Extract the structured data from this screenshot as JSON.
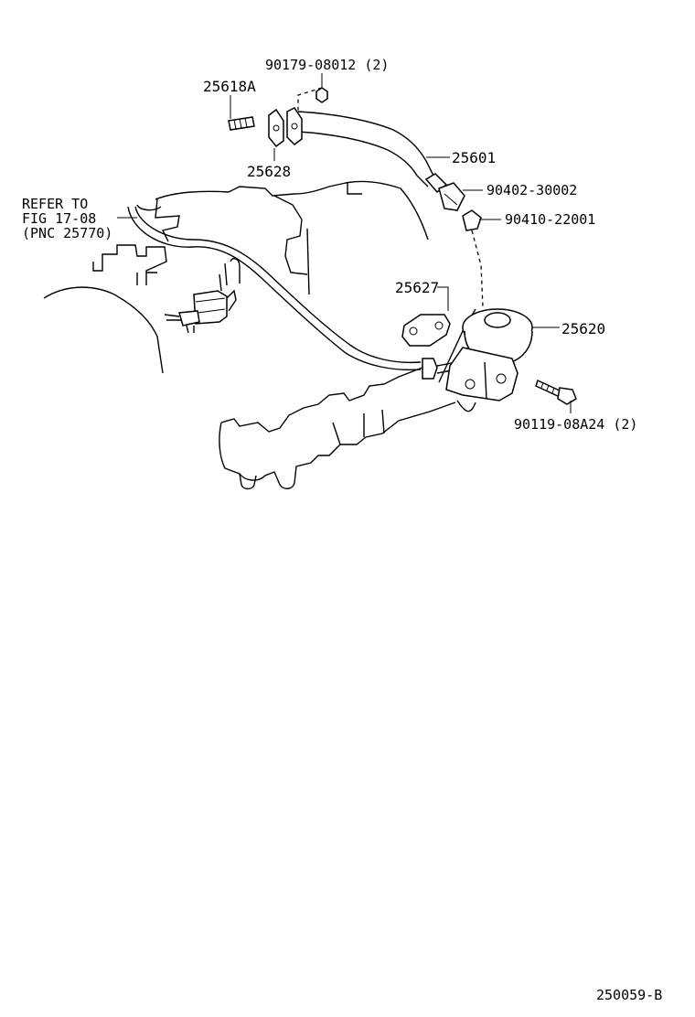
{
  "labels": {
    "p_90179": "90179-08012 (2)",
    "p_25618a": "25618A",
    "p_25601": "25601",
    "p_25628": "25628",
    "p_90402": "90402-30002",
    "p_90410": "90410-22001",
    "refer_line1": "REFER TO",
    "refer_line2": "FIG 17-08",
    "refer_line3": "(PNC 25770)",
    "p_25627": "25627",
    "p_25620": "25620",
    "p_90119": "90119-08A24 (2)",
    "figure_code": "250059-B"
  }
}
